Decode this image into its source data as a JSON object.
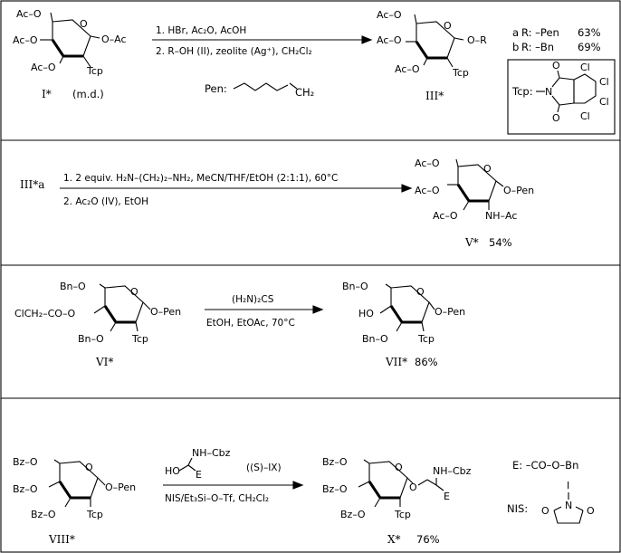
{
  "scheme1": {
    "start": {
      "c6": "Ac–O",
      "c4": "Ac–O",
      "c3": "Ac–O",
      "c1": "O–Ac",
      "c2": "Tcp",
      "ring_o": "O"
    },
    "start_label": "I*",
    "start_note": "(m.d.)",
    "step1": "1. HBr, Ac₂O, AcOH",
    "step2": "2. R–OH  (II), zeolite (Ag⁺), CH₂Cl₂",
    "pen_label": "Pen:",
    "pen_ch2": "CH₂",
    "product": {
      "c6": "Ac–O",
      "c4": "Ac–O",
      "c3": "Ac–O",
      "c1": "O–R",
      "c2": "Tcp",
      "ring_o": "O"
    },
    "product_label": "III*",
    "variants": [
      {
        "code": "a",
        "r": "R: –Pen",
        "yield": "63%"
      },
      {
        "code": "b",
        "r": "R: –Bn",
        "yield": "69%"
      }
    ],
    "tcp_box": {
      "label": "Tcp:",
      "n": "N",
      "o_top": "O",
      "o_bottom": "O",
      "cl": [
        "Cl",
        "Cl",
        "Cl",
        "Cl"
      ]
    }
  },
  "scheme2": {
    "start_label": "III*a",
    "step1": "1. 2 equiv. H₂N–(CH₂)₂–NH₂,  MeCN/THF/EtOH (2:1:1), 60°C",
    "step2": "2. Ac₂O  (IV), EtOH",
    "product": {
      "c6": "Ac–O",
      "c4": "Ac–O",
      "c3": "Ac–O",
      "c1": "O–Pen",
      "c2": "NH–Ac",
      "ring_o": "O"
    },
    "product_label": "V*",
    "yield": "54%"
  },
  "scheme3": {
    "start": {
      "c6": "Bn–O",
      "c4": "ClCH₂–CO–O",
      "c3": "Bn–O",
      "c1": "O–Pen",
      "c2": "Tcp",
      "ring_o": "O"
    },
    "start_label": "VI*",
    "reagent": "(H₂N)₂CS",
    "conditions": "EtOH, EtOAc,  70°C",
    "product": {
      "c6": "Bn–O",
      "c4": "HO",
      "c3": "Bn–O",
      "c1": "O–Pen",
      "c2": "Tcp",
      "ring_o": "O"
    },
    "product_label": "VII*",
    "yield": "86%"
  },
  "scheme4": {
    "start": {
      "c6": "Bz–O",
      "c4": "Bz–O",
      "c3": "Bz–O",
      "c1": "O–Pen",
      "c2": "Tcp",
      "ring_o": "O"
    },
    "start_label": "VIII*",
    "reagent_nh": "NH–Cbz",
    "reagent_ho": "HO",
    "reagent_e": "E",
    "reagent_code": "((S)–IX)",
    "conditions": "NIS/Et₃Si–O–Tf,  CH₂Cl₂",
    "product": {
      "c6": "Bz–O",
      "c4": "Bz–O",
      "c3": "Bz–O",
      "c1": "O",
      "c2": "Tcp",
      "ring_o": "O",
      "nh": "NH–Cbz",
      "e": "E"
    },
    "product_label": "X*",
    "yield": "76%",
    "e_def": "E: –CO–O–Bn",
    "nis_label": "NIS:",
    "nis_i": "I",
    "nis_n": "N",
    "nis_o": "O"
  }
}
